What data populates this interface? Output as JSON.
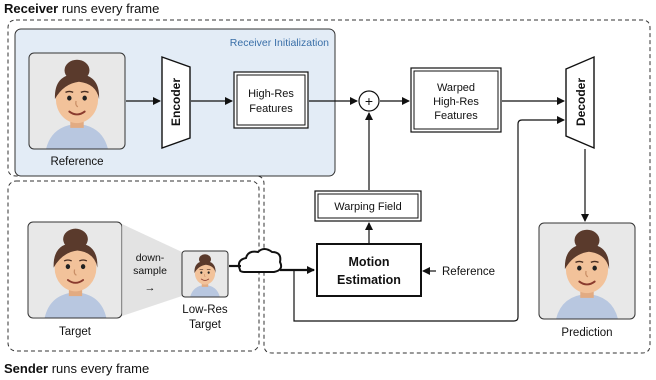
{
  "receiver": {
    "heading_bold": "Receiver",
    "heading_rest": " runs every frame",
    "init_label": "Receiver Initialization"
  },
  "sender": {
    "heading_bold": "Sender",
    "heading_rest": " runs every frame"
  },
  "nodes": {
    "reference_caption": "Reference",
    "encoder": "Encoder",
    "highres_line1": "High-Res",
    "highres_line2": "Features",
    "warped_line1": "Warped",
    "warped_line2": "High-Res",
    "warped_line3": "Features",
    "decoder": "Decoder",
    "warping_field": "Warping Field",
    "motion_line1": "Motion",
    "motion_line2": "Estimation",
    "reference_input": "Reference",
    "prediction_caption": "Prediction",
    "target_caption": "Target",
    "downsample_line1": "down-",
    "downsample_line2": "sample",
    "downsample_arrow": "→",
    "lowres_line1": "Low-Res",
    "lowres_line2": "Target",
    "combine_symbol": "+"
  },
  "colors": {
    "init_fill": "#e3ecf6",
    "init_label": "#3a6fa8",
    "skin": "#f2c29a",
    "hair": "#5a3a2c",
    "shirt": "#b8c7e0",
    "card_bg": "#e8e8e8"
  }
}
